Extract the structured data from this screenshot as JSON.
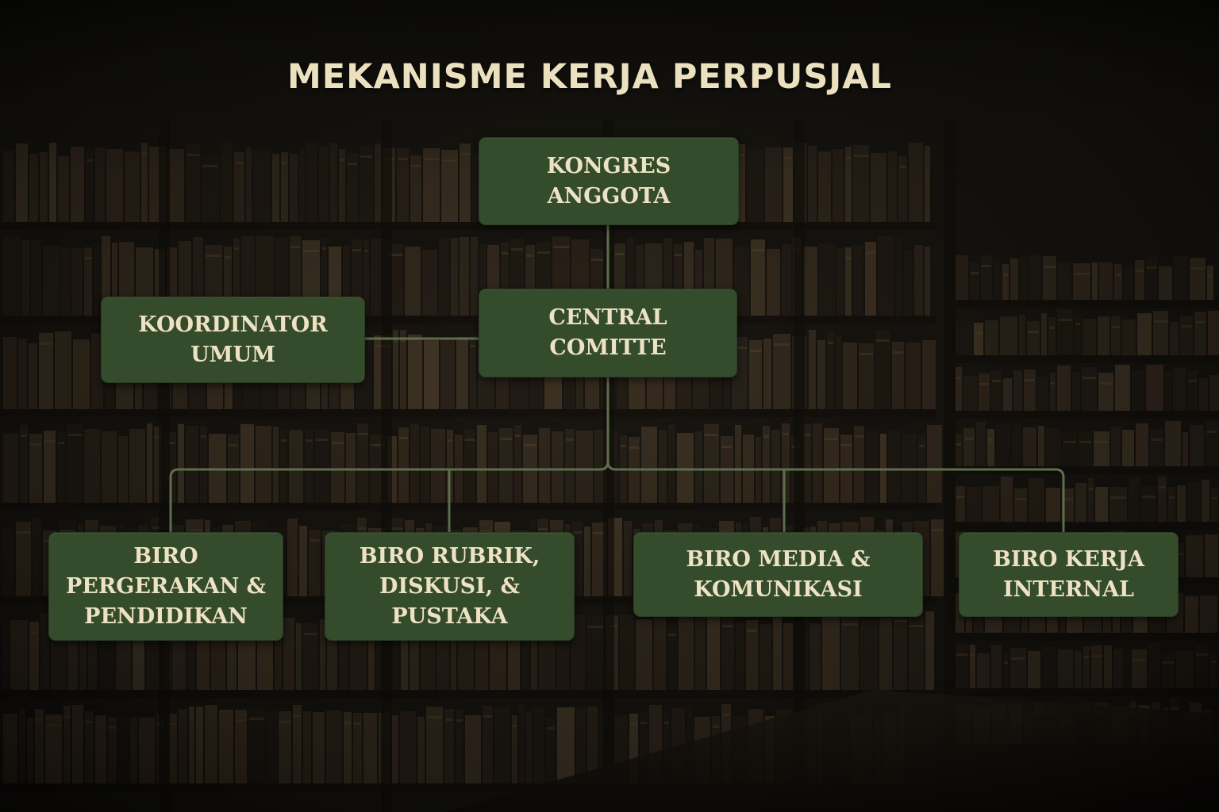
{
  "title": "MEKANISME KERJA PERPUSJAL",
  "nodes": {
    "kongres": [
      "KONGRES",
      "ANGGOTA"
    ],
    "central": [
      "CENTRAL",
      "COMITTE"
    ],
    "koordinator": [
      "KOORDINATOR",
      "UMUM"
    ],
    "biro_pergerakan": [
      "BIRO",
      "PERGERAKAN &",
      "PENDIDIKAN"
    ],
    "biro_rubrik": [
      "BIRO RUBRIK,",
      "DISKUSI, &",
      "PUSTAKA"
    ],
    "biro_media": [
      "BIRO MEDIA &",
      "KOMUNIKASI"
    ],
    "biro_kerja": [
      "BIRO KERJA",
      "INTERNAL"
    ]
  },
  "colors": {
    "node_fill": "#344b2c",
    "connector": "#5d6e4c",
    "text": "#ede3c4",
    "background": "#1c1a15"
  }
}
